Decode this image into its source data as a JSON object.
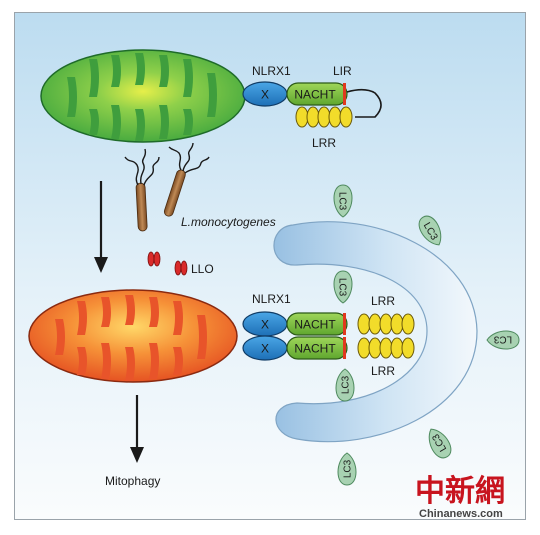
{
  "labels": {
    "nlrx1_top": "NLRX1",
    "lir": "LIR",
    "x_top": "X",
    "nacht_top": "NACHT",
    "lrr_top": "LRR",
    "pathogen": "L.monocytogenes",
    "llo": "LLO",
    "nlrx1_bottom": "NLRX1",
    "lrr_bottom_top": "LRR",
    "lrr_bottom_bottom": "LRR",
    "x_bottom_1": "X",
    "x_bottom_2": "X",
    "nacht_bottom_1": "NACHT",
    "nacht_bottom_2": "NACHT",
    "mitophagy": "Mitophagy",
    "lc3": [
      "LC3",
      "LC3",
      "LC3",
      "LC3",
      "LC3",
      "LC3",
      "LC3"
    ]
  },
  "watermark": {
    "logo_text": "中新網",
    "site": "Chinanews.com"
  },
  "colors": {
    "healthy_mito": "#5cbf4a",
    "damaged_mito": "#ef6a2a",
    "x_domain": "#2a86cf",
    "nacht_domain": "#7cbf3e",
    "lrr_domain": "#f2dc2a",
    "lir_motif": "#e0391f",
    "phagophore": "#b9d8ee",
    "lc3": "#a8d2b2",
    "bacteria": "#9b6a3c",
    "llo": "#d92a2a",
    "watermark": "#c8141e"
  }
}
